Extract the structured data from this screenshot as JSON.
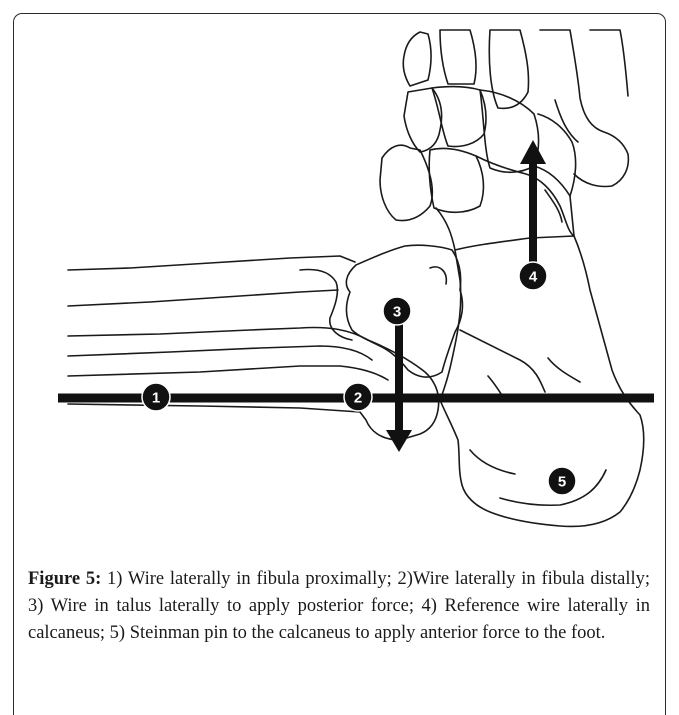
{
  "figure": {
    "markers": [
      {
        "id": "1",
        "label": "1"
      },
      {
        "id": "2",
        "label": "2"
      },
      {
        "id": "3",
        "label": "3"
      },
      {
        "id": "4",
        "label": "4"
      },
      {
        "id": "5",
        "label": "5"
      }
    ]
  },
  "caption": {
    "label": "Figure 5:",
    "text": " 1) Wire laterally in fibula proximally; 2)Wire laterally in fibula distally; 3) Wire in talus laterally to apply posterior force; 4) Reference wire laterally in calcaneus; 5) Steinman pin to the calcaneus to apply anterior force to the foot."
  }
}
